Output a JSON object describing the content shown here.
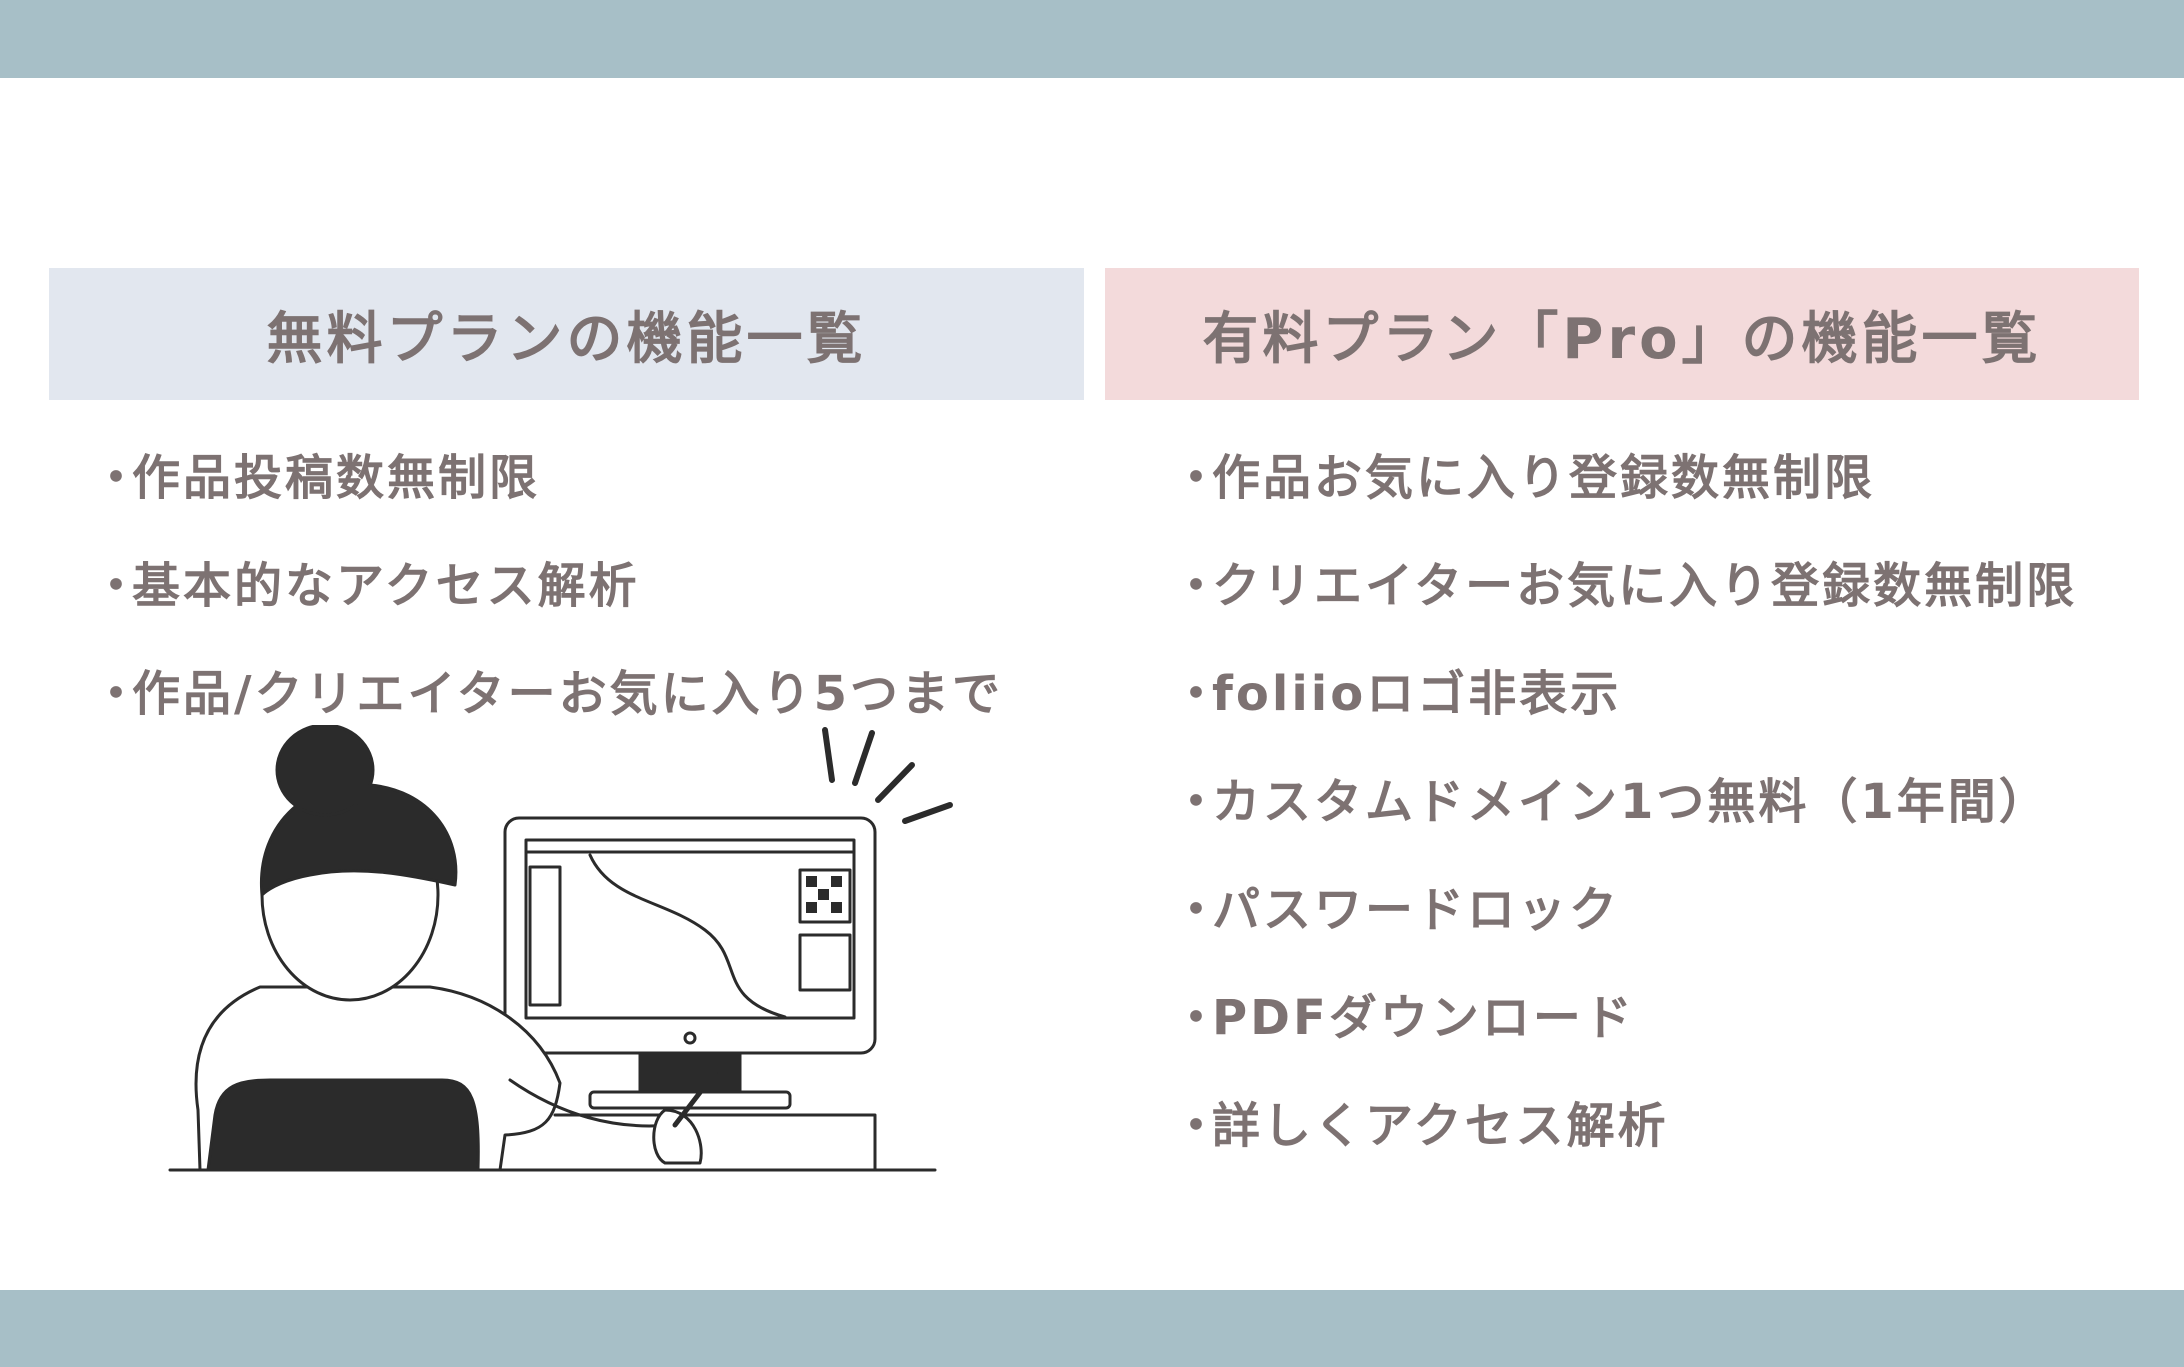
{
  "colors": {
    "band": "#a7bfc7",
    "free_header_bg": "#e2e7ef",
    "pro_header_bg": "#f3dadb",
    "text": "#7d7272",
    "ink": "#2b2b2b"
  },
  "free_plan": {
    "title": "無料プランの機能一覧",
    "bullet": "・",
    "features": [
      "作品投稿数無制限",
      "基本的なアクセス解析",
      "作品/クリエイターお気に入り5つまで"
    ]
  },
  "pro_plan": {
    "title": "有料プラン「Pro」の機能一覧",
    "bullet": "・",
    "features": [
      "作品お気に入り登録数無制限",
      "クリエイターお気に入り登録数無制限",
      "foliioロゴ非表示",
      "カスタムドメイン1つ無料（1年間）",
      "パスワードロック",
      "PDFダウンロード",
      "詳しくアクセス解析"
    ]
  },
  "illustration": {
    "icon": "person-at-computer-illustration"
  }
}
